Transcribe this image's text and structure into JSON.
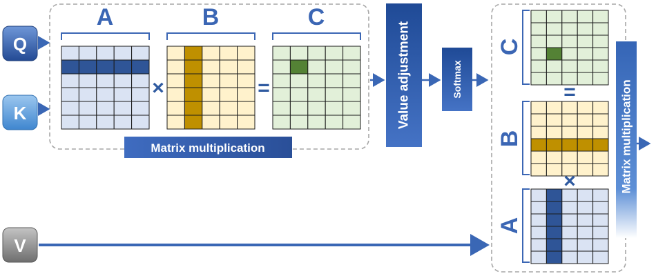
{
  "inputs": {
    "q": "Q",
    "k": "K",
    "v": "V"
  },
  "left_group": {
    "a": "A",
    "b": "B",
    "c": "C",
    "times": "×",
    "equals": "=",
    "caption": "Matrix multiplication"
  },
  "value_adjustment": "Value adjustment",
  "softmax": "Softmax",
  "right_group": {
    "c": "C",
    "b": "B",
    "a": "A",
    "equals": "=",
    "times": "×",
    "caption": "Matrix multiplication"
  },
  "colors": {
    "q_key": "#3560b0",
    "k_key": "#5b9bd5",
    "v_key": "#8c8c8c",
    "banner": "#2f5aa0",
    "a_fill": "#dae3f3",
    "a_highlight": "#2f5597",
    "b_fill": "#fff2cc",
    "b_highlight": "#bf9000",
    "c_fill": "#e2f0d9",
    "c_highlight": "#548235",
    "arrow": "#3a67b5",
    "dash": "#a6a6a6"
  },
  "matrices": {
    "left_a": {
      "highlight": "row",
      "index": 1
    },
    "left_b": {
      "highlight": "col",
      "index": 1
    },
    "left_c": {
      "highlight": "cell",
      "row": 1,
      "col": 1
    },
    "right_c": {
      "highlight": "cell",
      "row": 3,
      "col": 1
    },
    "right_b": {
      "highlight": "row",
      "index": 3
    },
    "right_a": {
      "highlight": "col",
      "index": 1
    }
  }
}
